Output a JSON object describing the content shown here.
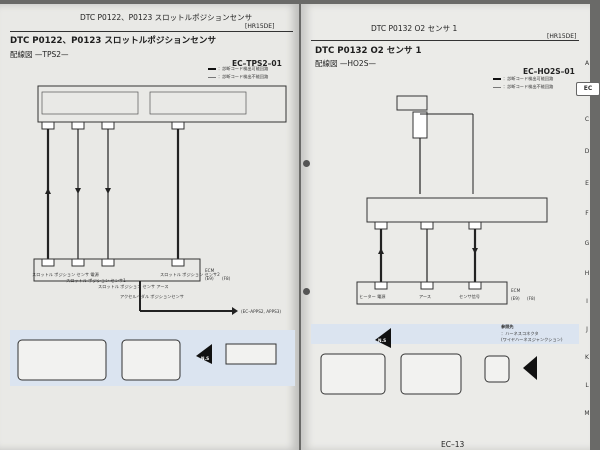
{
  "left_page": {
    "header": "DTC P0122、P0123 スロットルポジションセンサ",
    "engine_tag": "[HR15DE]",
    "title": "DTC P0122、P0123 スロットルポジションセンサ",
    "wiring_label": "配線図 —TPS2—",
    "diagram_code": "EC–TPS2–01",
    "legend": [
      "：診断コード検出可能回路",
      "：診断コード検出不能回路"
    ],
    "connector_labels": [
      "スロットル ポジション センサ 電源",
      "スロットル ポジション センサ1",
      "スロットル ポジション センサ アース",
      "スロットル ポジション センサ2"
    ],
    "pedal_label": "アクセルペダル ポジションセンサ",
    "ecm_label": "ECM",
    "ecm_codes": [
      "(E9)",
      "(F8)"
    ],
    "ref_note": "(EC–APPS2, APPS3)",
    "nc_badge": "N.S"
  },
  "right_page": {
    "header": "DTC P0132 O2 センサ 1",
    "engine_tag": "[HR15DE]",
    "title": "DTC P0132 O2 センサ 1",
    "wiring_label": "配線図 —HO2S—",
    "diagram_code": "EC–HO2S–01",
    "legend": [
      "：診断コード検出可能回路",
      "：診断コード検出不能回路"
    ],
    "connector_labels": [
      "ヒーター 電源",
      "アース",
      "センサ信号"
    ],
    "ecm_label": "ECM",
    "ecm_codes": [
      "(E9)",
      "(F8)"
    ],
    "nc_badge": "N.S",
    "ref_note": "参照先",
    "note_lines": [
      "：ハーネスコネクタ",
      "(ワイヤハーネスジャンクション)"
    ],
    "page_number": "EC–13"
  },
  "side_tabs": [
    "A",
    "EC",
    "C",
    "D",
    "E",
    "F",
    "G",
    "H",
    "I",
    "J",
    "K",
    "L",
    "M"
  ],
  "active_tab": "EC",
  "colors": {
    "page": "#e9e9e6",
    "line": "#222222",
    "highlight": "#dbe4f0"
  }
}
